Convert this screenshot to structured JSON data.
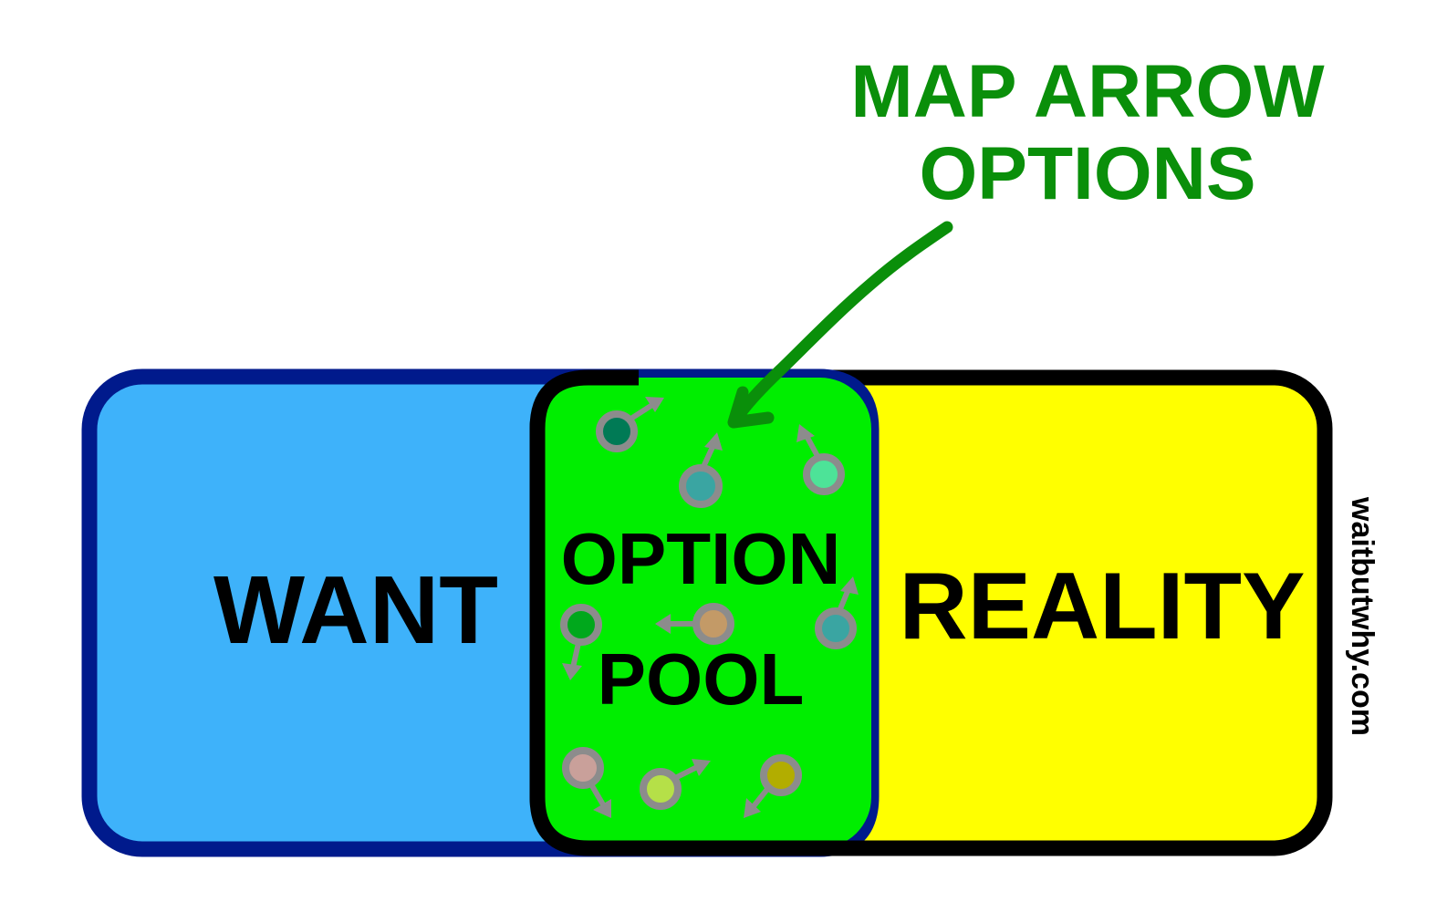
{
  "callout": {
    "line1": "MAP ARROW",
    "line2": "OPTIONS"
  },
  "regions": {
    "want": "WANT",
    "pool_line1": "OPTION",
    "pool_line2": "POOL",
    "reality": "REALITY"
  },
  "watermark": "waitbutwhy.com",
  "colors": {
    "want_fill": "#3eb2fa",
    "want_border": "#001a8c",
    "reality_fill": "#ffff00",
    "reality_border": "#000000",
    "pool_fill": "#00ee00",
    "callout_green": "#0a8f0a",
    "map_arrow_gray": "#8c8c8c"
  },
  "map_arrows": [
    {
      "dot_color": "#007a55",
      "direction": "up-right"
    },
    {
      "dot_color": "#3aa5a2",
      "direction": "up"
    },
    {
      "dot_color": "#4de398",
      "direction": "up-left"
    },
    {
      "dot_color": "#00a81c",
      "direction": "down"
    },
    {
      "dot_color": "#c39a67",
      "direction": "left"
    },
    {
      "dot_color": "#3aa5a2",
      "direction": "up"
    },
    {
      "dot_color": "#c9a09a",
      "direction": "down-right"
    },
    {
      "dot_color": "#b5e048",
      "direction": "up-right"
    },
    {
      "dot_color": "#b2ad00",
      "direction": "down-left"
    }
  ]
}
